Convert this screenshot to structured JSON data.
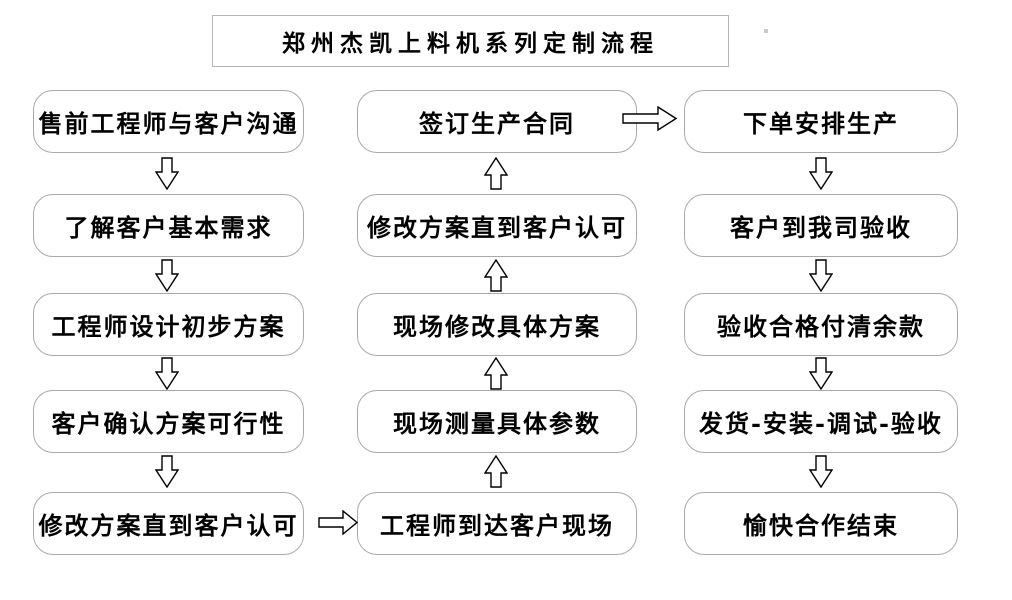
{
  "title": "郑州杰凯上料机系列定制流程",
  "colors": {
    "background": "#ffffff",
    "box_border": "#a9a9a9",
    "title_border": "#b5b5b5",
    "text": "#000000",
    "arrow_outline": "#000000",
    "arrow_fill": "#ffffff"
  },
  "columns": {
    "left": {
      "flow": "top-to-bottom",
      "steps": [
        "售前工程师与客户沟通",
        "了解客户基本需求",
        "工程师设计初步方案",
        "客户确认方案可行性",
        "修改方案直到客户认可"
      ]
    },
    "middle": {
      "flow": "bottom-to-top",
      "steps": [
        "签订生产合同",
        "修改方案直到客户认可",
        "现场修改具体方案",
        "现场测量具体参数",
        "工程师到达客户现场"
      ]
    },
    "right": {
      "flow": "top-to-bottom",
      "steps": [
        "下单安排生产",
        "客户到我司验收",
        "验收合格付清余款",
        "发货-安装-调试-验收",
        "愉快合作结束"
      ]
    }
  },
  "connectors": {
    "left_to_middle": {
      "from": "修改方案直到客户认可",
      "to": "工程师到达客户现场",
      "icon": "right-arrow-icon"
    },
    "middle_to_right": {
      "from": "签订生产合同",
      "to": "下单安排生产",
      "icon": "right-arrow-icon"
    }
  }
}
